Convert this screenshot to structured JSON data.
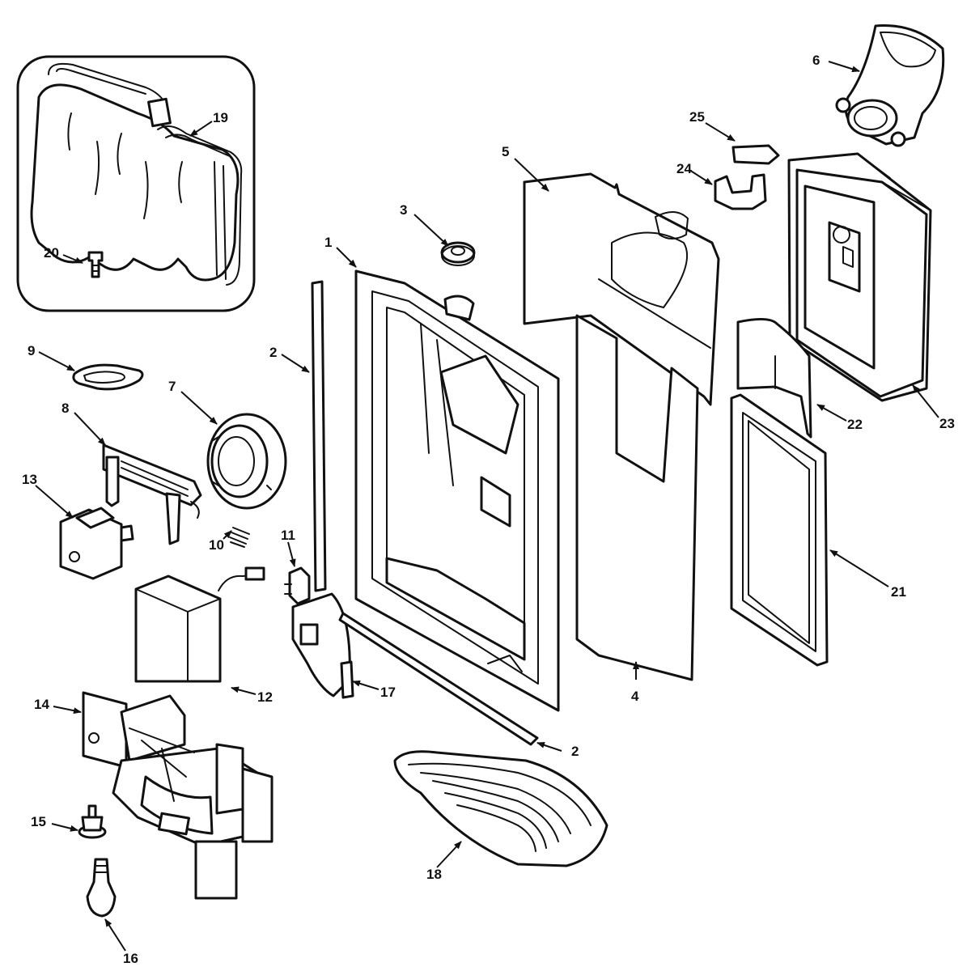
{
  "callouts": {
    "c1": "1",
    "c2a": "2",
    "c2b": "2",
    "c3": "3",
    "c4": "4",
    "c5": "5",
    "c6": "6",
    "c7": "7",
    "c8": "8",
    "c9": "9",
    "c10": "10",
    "c11": "11",
    "c12": "12",
    "c13": "13",
    "c14": "14",
    "c15": "15",
    "c16": "16",
    "c17": "17",
    "c18": "18",
    "c19": "19",
    "c20": "20",
    "c21": "21",
    "c22": "22",
    "c23": "23",
    "c24": "24",
    "c25": "25"
  }
}
